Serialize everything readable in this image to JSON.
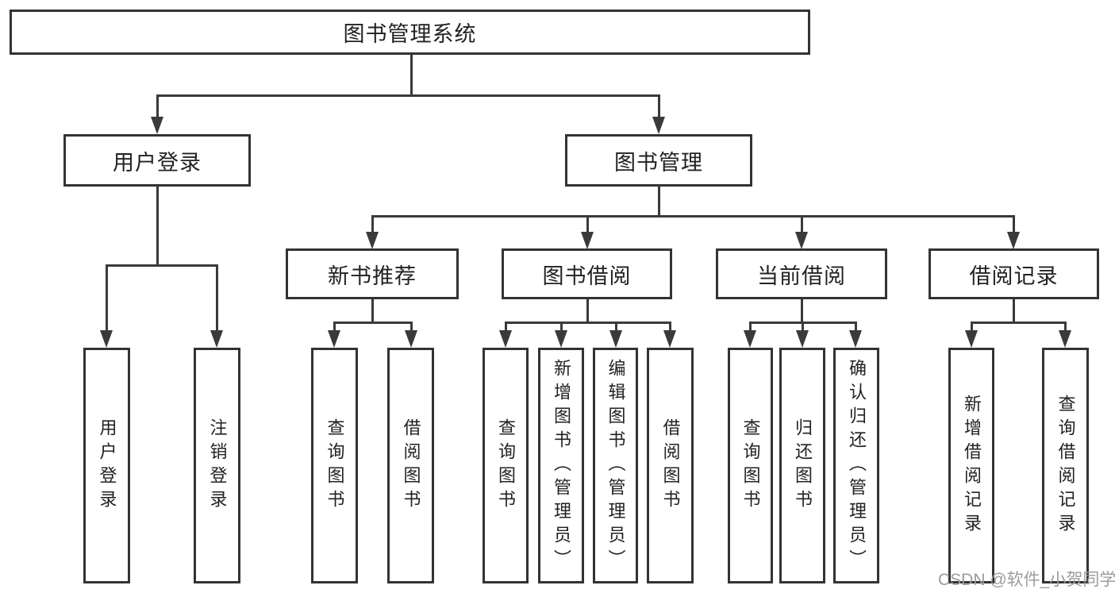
{
  "colors": {
    "background": "#ffffff",
    "box_border": "#333333",
    "line": "#3a3a3a",
    "text": "#222222",
    "watermark": "#9c9c9c"
  },
  "watermark": {
    "text": "CSDN @软件_小贺同学"
  },
  "tree": {
    "root": {
      "label": "图书管理系统"
    },
    "children": [
      {
        "label": "用户登录",
        "children": [
          {
            "label": "用户登录"
          },
          {
            "label": "注销登录"
          }
        ]
      },
      {
        "label": "图书管理",
        "children": [
          {
            "label": "新书推荐",
            "children": [
              {
                "label": "查询图书"
              },
              {
                "label": "借阅图书"
              }
            ]
          },
          {
            "label": "图书借阅",
            "children": [
              {
                "label": "查询图书"
              },
              {
                "label": "新增图书（管理员）"
              },
              {
                "label": "编辑图书（管理员）"
              },
              {
                "label": "借阅图书"
              }
            ]
          },
          {
            "label": "当前借阅",
            "children": [
              {
                "label": "查询图书"
              },
              {
                "label": "归还图书"
              },
              {
                "label": "确认归还（管理员）"
              }
            ]
          },
          {
            "label": "借阅记录",
            "children": [
              {
                "label": "新增借阅记录"
              },
              {
                "label": "查询借阅记录"
              }
            ]
          }
        ]
      }
    ]
  }
}
